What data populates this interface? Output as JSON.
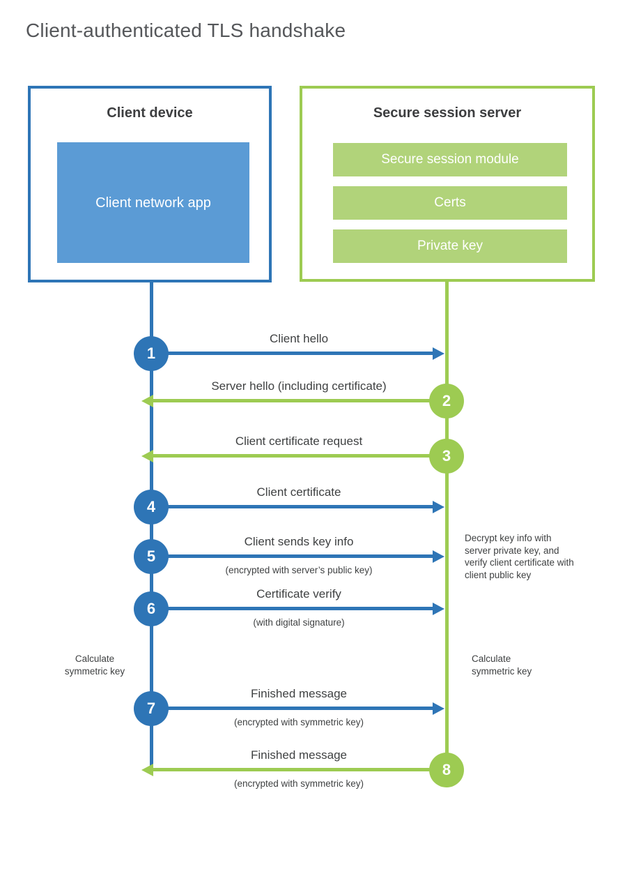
{
  "title": "Client-authenticated TLS handshake",
  "client": {
    "title": "Client device",
    "app_label": "Client network app"
  },
  "server": {
    "title": "Secure session server",
    "modules": [
      "Secure session module",
      "Certs",
      "Private key"
    ]
  },
  "steps": [
    {
      "num": "1",
      "direction": "client-to-server",
      "label": "Client hello",
      "sub": ""
    },
    {
      "num": "2",
      "direction": "server-to-client",
      "label": "Server hello (including certificate)",
      "sub": ""
    },
    {
      "num": "3",
      "direction": "server-to-client",
      "label": "Client certificate request",
      "sub": ""
    },
    {
      "num": "4",
      "direction": "client-to-server",
      "label": "Client certificate",
      "sub": ""
    },
    {
      "num": "5",
      "direction": "client-to-server",
      "label": "Client sends key info",
      "sub": "(encrypted with server’s public key)"
    },
    {
      "num": "6",
      "direction": "client-to-server",
      "label": "Certificate verify",
      "sub": "(with digital signature)"
    },
    {
      "num": "7",
      "direction": "client-to-server",
      "label": "Finished message",
      "sub": "(encrypted with symmetric key)"
    },
    {
      "num": "8",
      "direction": "server-to-client",
      "label": "Finished message",
      "sub": "(encrypted with symmetric key)"
    }
  ],
  "annotations": {
    "decrypt_note": "Decrypt key info with server private key, and verify client certificate with client public key",
    "calc_left": "Calculate symmetric key",
    "calc_right": "Calculate symmetric key"
  },
  "colors": {
    "blue": "#2e75b6",
    "blue_fill": "#5b9bd5",
    "green": "#9dcb52",
    "green_fill": "#b1d37a",
    "text": "#3f4142",
    "title_text": "#55575a"
  }
}
